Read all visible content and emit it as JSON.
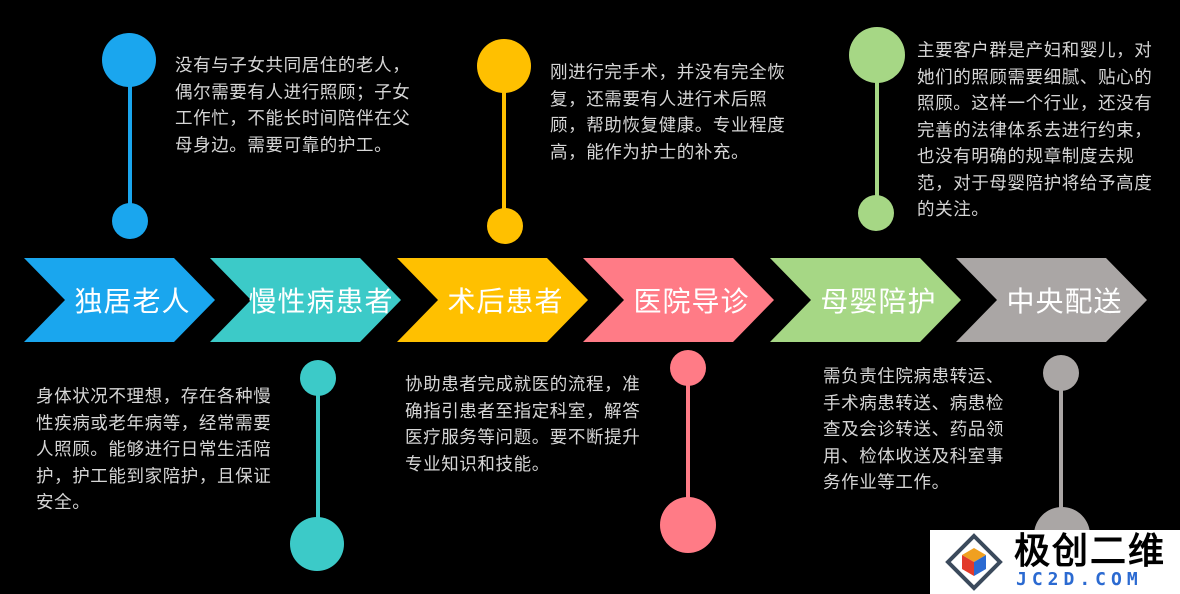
{
  "colors": {
    "blue": "#1aa6ee",
    "teal": "#3ccac8",
    "yellow": "#ffc000",
    "pink": "#ff7b86",
    "green": "#a6d785",
    "gray": "#aaa6a5",
    "background": "#000000",
    "text": "#d6d6d6"
  },
  "stages": [
    {
      "label": "独居老人",
      "color": "blue"
    },
    {
      "label": "慢性病患者",
      "color": "teal"
    },
    {
      "label": "术后患者",
      "color": "yellow"
    },
    {
      "label": "医院导诊",
      "color": "pink"
    },
    {
      "label": "母婴陪护",
      "color": "green"
    },
    {
      "label": "中央配送",
      "color": "gray"
    }
  ],
  "descriptions": {
    "living_alone": "没有与子女共同居住的老人，偶尔需要有人进行照顾；子女工作忙，不能长时间陪伴在父母身边。需要可靠的护工。",
    "chronic": "身体状况不理想，存在各种慢性疾病或老年病等，经常需要人照顾。能够进行日常生活陪护，护工能到家陪护，且保证安全。",
    "post_surgery": "刚进行完手术，并没有完全恢复，还需要有人进行术后照顾，帮助恢复健康。专业程度高，能作为护士的补充。",
    "hospital_guide": "协助患者完成就医的流程，准确指引患者至指定科室，解答医疗服务等问题。要不断提升专业知识和技能。",
    "maternal": "主要客户群是产妇和婴儿，对她们的照顾需要细腻、贴心的照顾。这样一个行业，还没有完善的法律体系去进行约束，也没有明确的规章制度去规范，对于母婴陪护将给予高度的关注。",
    "central_delivery": "需负责住院病患转运、手术病患转送、病患检查及会诊转送、药品领用、检体收送及科室事务作业等工作。"
  },
  "logo": {
    "title": "极创二维",
    "url": "JC2D.COM"
  }
}
